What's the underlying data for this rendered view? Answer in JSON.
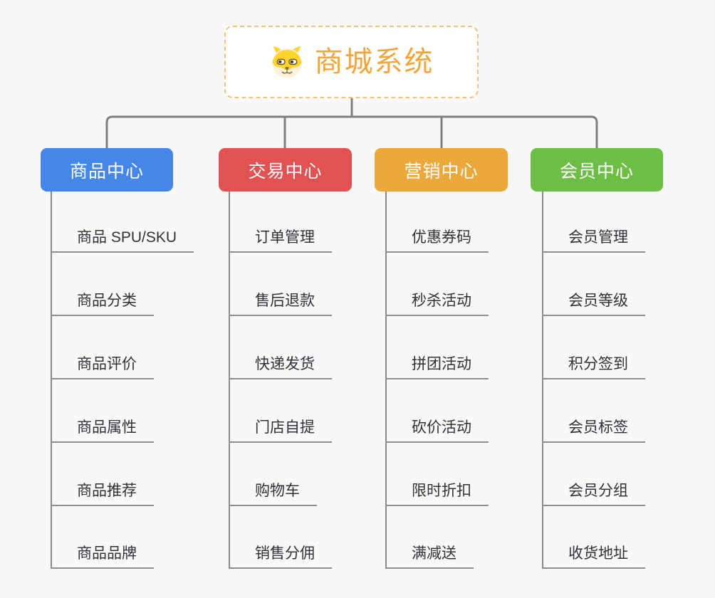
{
  "canvas": {
    "background_color": "#F8F8F8",
    "connector_color": "#7F7F7F"
  },
  "root": {
    "title": "商城系统",
    "icon": "dog-face-icon",
    "title_color": "#F0A53E",
    "border_color": "#F2C37C"
  },
  "branches": [
    {
      "label": "商品中心",
      "color": "#4587E8",
      "items": [
        "商品 SPU/SKU",
        "商品分类",
        "商品评价",
        "商品属性",
        "商品推荐",
        "商品品牌"
      ]
    },
    {
      "label": "交易中心",
      "color": "#E35252",
      "items": [
        "订单管理",
        "售后退款",
        "快递发货",
        "门店自提",
        "购物车",
        "销售分佣"
      ]
    },
    {
      "label": "营销中心",
      "color": "#EBA93B",
      "items": [
        "优惠券码",
        "秒杀活动",
        "拼团活动",
        "砍价活动",
        "限时折扣",
        "满减送"
      ]
    },
    {
      "label": "会员中心",
      "color": "#6CBE44",
      "items": [
        "会员管理",
        "会员等级",
        "积分签到",
        "会员标签",
        "会员分组",
        "收货地址"
      ]
    }
  ]
}
